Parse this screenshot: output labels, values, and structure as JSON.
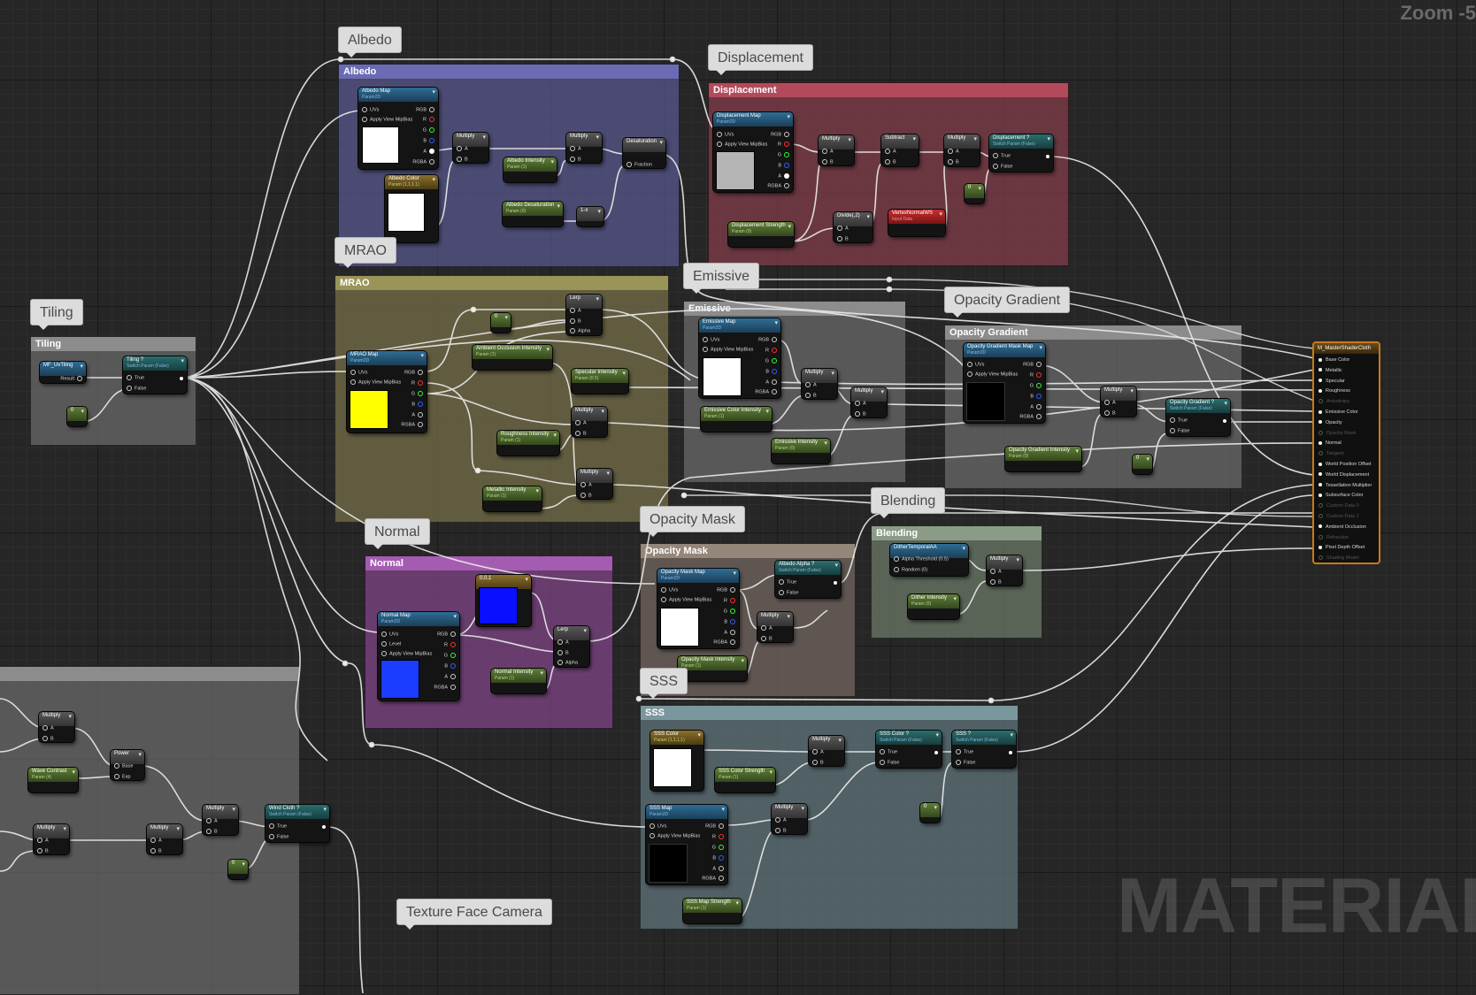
{
  "zoom_label": "Zoom -5",
  "watermark": "MATERIAL",
  "comments": {
    "albedo": "Albedo",
    "displacement": "Displacement",
    "mrao": "MRAO",
    "tiling": "Tiling",
    "emissive": "Emissive",
    "opacity_gradient": "Opacity Gradient",
    "normal": "Normal",
    "opacity_mask": "Opacity Mask",
    "blending": "Blending",
    "sss": "SSS",
    "texture_face_camera": "Texture Face Camera"
  },
  "bubbles": {
    "albedo": "Albedo",
    "displacement": "Displacement",
    "mrao": "MRAO",
    "tiling": "Tiling",
    "emissive": "Emissive",
    "opacity_gradient": "Opacity Gradient",
    "normal": "Normal",
    "opacity_mask": "Opacity Mask",
    "blending": "Blending",
    "sss": "SSS",
    "texture_face_camera": "Texture Face Camera"
  },
  "nodes": {
    "albedo_map": {
      "title": "Albedo Map",
      "sub": "Param2D",
      "swatch": "#ffffff"
    },
    "albedo_color": {
      "title": "Albedo Color",
      "sub": "Param (1,1,1,1)",
      "swatch": "#ffffff"
    },
    "multiply": "Multiply",
    "albedo_intensity": {
      "title": "Albedo Intensity",
      "sub": "Param (1)"
    },
    "desaturation": "Desaturation",
    "albedo_desaturation": {
      "title": "Albedo Desaturation",
      "sub": "Param (0)"
    },
    "one_minus": "1-x",
    "displacement_map": {
      "title": "Displacement Map",
      "sub": "Param2D",
      "swatch": "#b4b4b4"
    },
    "subtract": "Subtract",
    "displacement_switch": {
      "title": "Displacement ?",
      "sub": "Switch Param (False)"
    },
    "displacement_strength": {
      "title": "Displacement Strength",
      "sub": "Param (0)"
    },
    "divide": "Divide(,2)",
    "vertex_normal": {
      "title": "VertexNormalWS",
      "sub": "Input Data"
    },
    "zero": "0",
    "tiling_fn": "MF_UvTiling",
    "tiling_result": "Result",
    "tiling_switch": {
      "title": "Tiling ?",
      "sub": "Switch Param (False)"
    },
    "mrao_map": {
      "title": "MRAO Map",
      "sub": "Param2D",
      "swatch": "#ffff00"
    },
    "lerp": "Lerp",
    "ao_intensity": {
      "title": "Ambient Occlusion Intensity",
      "sub": "Param (1)"
    },
    "specular_intensity": {
      "title": "Specular Intensity",
      "sub": "Param (0.5)"
    },
    "roughness_intensity": {
      "title": "Roughness Intensity",
      "sub": "Param (1)"
    },
    "metallic_intensity": {
      "title": "Metallic Intensity",
      "sub": "Param (1)"
    },
    "emissive_map": {
      "title": "Emissive Map",
      "sub": "Param2D",
      "swatch": "#ffffff"
    },
    "emissive_color_intensity": {
      "title": "Emissive Color Intensity",
      "sub": "Param (1)"
    },
    "emissive_intensity": {
      "title": "Emissive Intensity",
      "sub": "Param (0)"
    },
    "opacity_gradient_mask_map": {
      "title": "Opacity Gradient Mask Map",
      "sub": "Param2D",
      "swatch": "#000000"
    },
    "opacity_gradient_switch": {
      "title": "Opacity Gradient ?",
      "sub": "Switch Param (False)"
    },
    "opacity_gradient_intensity": {
      "title": "Opacity Gradient Intensity",
      "sub": "Param (0)"
    },
    "normal_map": {
      "title": "Normal Map",
      "sub": "Param2D",
      "swatch": "#1a3dff"
    },
    "normal_const": {
      "title": "0,0,1",
      "swatch": "#0a10ff"
    },
    "normal_intensity": {
      "title": "Normal Intensity",
      "sub": "Param (1)"
    },
    "opacity_mask_map": {
      "title": "Opacity Mask Map",
      "sub": "Param2D",
      "swatch": "#ffffff"
    },
    "albedo_alpha": {
      "title": "Albedo Alpha ?",
      "sub": "Switch Param (False)"
    },
    "opacity_mask_intensity": {
      "title": "Opacity Mask Intensity",
      "sub": "Param (1)"
    },
    "dither": "DitherTemporalAA",
    "dither_in1": "Alpha Threshold (0.5)",
    "dither_in2": "Random (0)",
    "dither_intensity": {
      "title": "Dither Intensity",
      "sub": "Param (0)"
    },
    "sss_color": {
      "title": "SSS Color",
      "sub": "Param (1,1,1,1)",
      "swatch": "#ffffff"
    },
    "sss_color_strength": {
      "title": "SSS Color Strength",
      "sub": "Param (1)"
    },
    "sss_color_switch": {
      "title": "SSS Color ?",
      "sub": "Switch Param (False)"
    },
    "sss_switch": {
      "title": "SSS ?",
      "sub": "Switch Param (False)"
    },
    "sss_map": {
      "title": "SSS Map",
      "sub": "Param2D",
      "swatch": "#000000"
    },
    "sss_map_strength": {
      "title": "SSS Map Strength",
      "sub": "Param (1)"
    },
    "power": "Power",
    "wave_contrast": {
      "title": "Wave Contrast",
      "sub": "Param (4)"
    },
    "wind_cloth": {
      "title": "Wind Cloth ?",
      "sub": "Switch Param (False)"
    }
  },
  "pins": {
    "uvs": "UVs",
    "apply_view_mip_bias": "Apply View MipBias",
    "level": "Level",
    "rgb": "RGB",
    "r": "R",
    "g": "G",
    "b": "B",
    "a": "A",
    "rgba": "RGBA",
    "true": "True",
    "false": "False",
    "alpha": "Alpha",
    "fraction": "Fraction",
    "base": "Base",
    "exp": "Exp"
  },
  "material": {
    "title": "M_MasterShaderCloth",
    "inputs": [
      {
        "label": "Base Color",
        "active": true
      },
      {
        "label": "Metallic",
        "active": true
      },
      {
        "label": "Specular",
        "active": true
      },
      {
        "label": "Roughness",
        "active": true
      },
      {
        "label": "Anisotropy",
        "active": false
      },
      {
        "label": "Emissive Color",
        "active": true
      },
      {
        "label": "Opacity",
        "active": true
      },
      {
        "label": "Opacity Mask",
        "active": false
      },
      {
        "label": "Normal",
        "active": true
      },
      {
        "label": "Tangent",
        "active": false
      },
      {
        "label": "World Position Offset",
        "active": true
      },
      {
        "label": "World Displacement",
        "active": true
      },
      {
        "label": "Tessellation Multiplier",
        "active": true
      },
      {
        "label": "Subsurface Color",
        "active": true
      },
      {
        "label": "Custom Data 0",
        "active": false
      },
      {
        "label": "Custom Data 1",
        "active": false
      },
      {
        "label": "Ambient Occlusion",
        "active": true
      },
      {
        "label": "Refraction",
        "active": false
      },
      {
        "label": "Pixel Depth Offset",
        "active": true
      },
      {
        "label": "Shading Model",
        "active": false
      }
    ]
  }
}
